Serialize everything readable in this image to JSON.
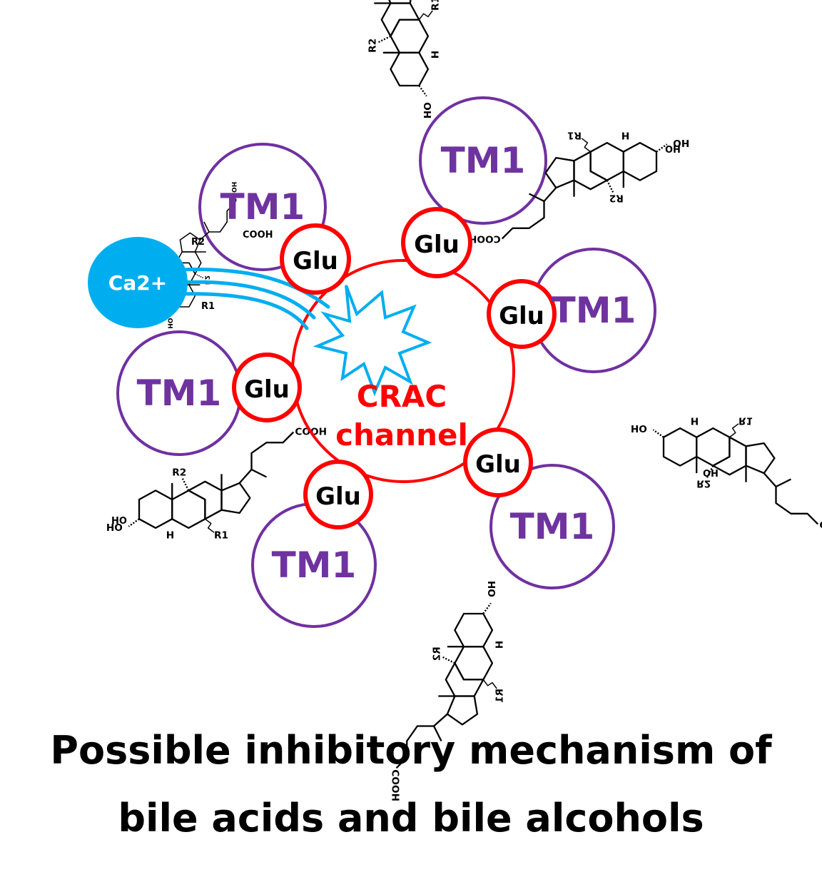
{
  "channel": {
    "line1": "CRAC",
    "line2": "channel",
    "color": "#ff0000"
  },
  "ion": {
    "label": "Ca2+",
    "color": "#00aeef"
  },
  "residue": {
    "label": "Glu",
    "color": "#ff0000"
  },
  "helix": {
    "label": "TM1",
    "color": "#7030a0"
  },
  "chemistry": {
    "hydroxyl": "HO",
    "hydroxyl_alt": "OH",
    "hydrogen": "H",
    "carboxyl": "COOH",
    "r1": "R1",
    "r2": "R2"
  },
  "caption": {
    "line1": "Possible inhibitory mechanism of",
    "line2": "bile acids and bile alcohols"
  }
}
